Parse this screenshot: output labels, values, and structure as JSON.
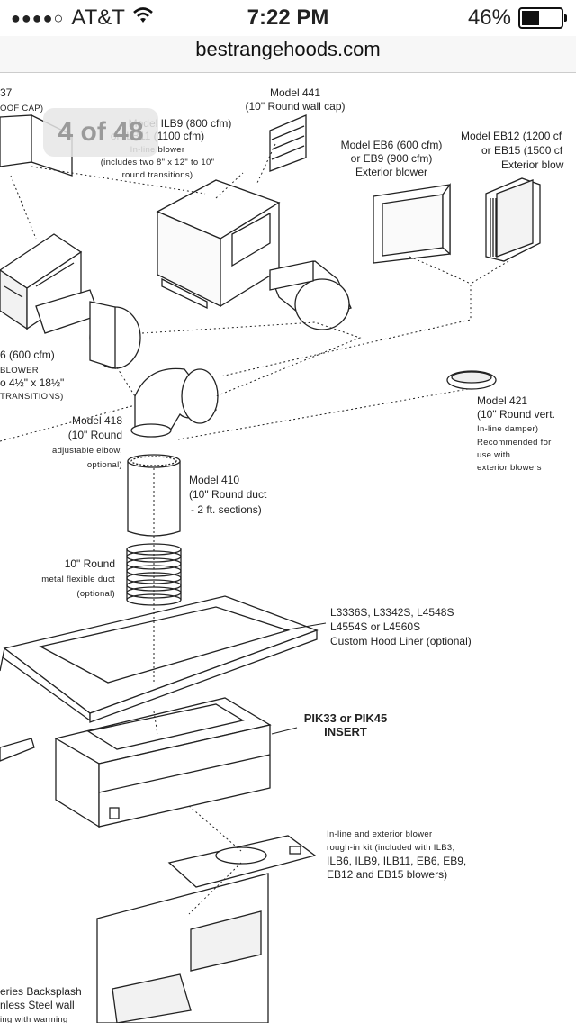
{
  "status_bar": {
    "carrier": "AT&T",
    "time": "7:22 PM",
    "battery_percent": "46%",
    "battery_level": 0.46
  },
  "browser": {
    "url": "bestrangehoods.com"
  },
  "viewer": {
    "page_counter": "4 of 48"
  },
  "diagram": {
    "roof_cap": {
      "line1": "37",
      "line2": "OOF CAP)"
    },
    "ilb9": {
      "line1": "Model ILB9 (800 cfm)",
      "line2": "or ILB11 (1100 cfm)",
      "line3": "In-line blower",
      "line4": "(includes two 8\" x 12\" to 10\"",
      "line5": "round transitions)"
    },
    "model441": {
      "line1": "Model 441",
      "line2": "(10\" Round wall cap)"
    },
    "eb6": {
      "line1": "Model EB6 (600 cfm)",
      "line2": "or EB9 (900 cfm)",
      "line3": "Exterior blower"
    },
    "eb12": {
      "line1": "Model EB12 (1200 cf",
      "line2": "or EB15 (1500 cf",
      "line3": "Exterior blow"
    },
    "ilb6": {
      "line1": "6 (600 cfm)",
      "line2": "BLOWER",
      "line3": "o 4½\" x 18½\"",
      "line4": "TRANSITIONS)"
    },
    "model418": {
      "line1": "Model 418",
      "line2": "(10\" Round",
      "line3": "adjustable elbow,",
      "line4": "optional)"
    },
    "model421": {
      "line1": "Model 421",
      "line2": "(10\" Round vert.",
      "line3": "In-line damper)",
      "line4": "Recommended for",
      "line5": "use with",
      "line6": "exterior blowers"
    },
    "model410": {
      "line1": "Model 410",
      "line2": "(10\" Round duct",
      "line3": "- 2 ft. sections)"
    },
    "flex_duct": {
      "line1": "10\" Round",
      "line2": "metal flexible duct",
      "line3": "(optional)"
    },
    "liner": {
      "line1": "L3336S, L3342S, L4548S",
      "line2": "L4554S or L4560S",
      "line3": "Custom Hood Liner (optional)"
    },
    "insert": {
      "line1": "PIK33 or PIK45",
      "line2": "INSERT"
    },
    "rough_in": {
      "line1": "In-line and exterior blower",
      "line2": "rough-in kit (included with ILB3,",
      "line3": "ILB6, ILB9, ILB11, EB6, EB9,",
      "line4": "EB12 and EB15 blowers)"
    },
    "backsplash": {
      "line1": "eries Backsplash",
      "line2": "nless Steel wall",
      "line3": "ing with warming"
    }
  }
}
